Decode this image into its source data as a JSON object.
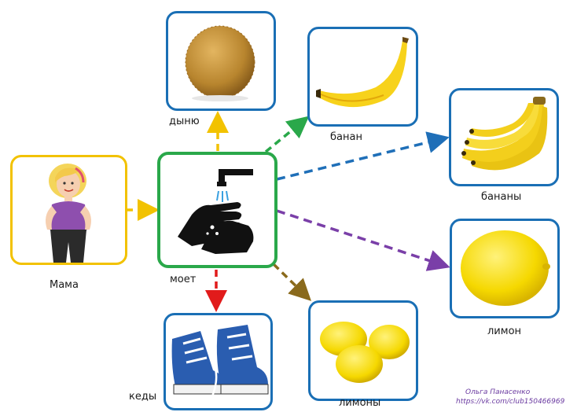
{
  "nodes": {
    "mama": "Мама",
    "moet": "моет",
    "dynyu": "дыню",
    "banan": "банан",
    "banany": "бананы",
    "limon": "лимон",
    "limony": "лимоны",
    "kedy": "кеды"
  },
  "credit": {
    "author": "Ольга Панасенко",
    "url": "https://vk.com/club150466969"
  },
  "colors": {
    "card_border_blue": "#1a6fb5",
    "card_border_yellow": "#f2c200",
    "card_border_green": "#2aa84a",
    "arrow_yellow": "#f2c200",
    "arrow_green": "#2aa84a",
    "arrow_blue": "#1f6fb8",
    "arrow_purple": "#7a3fa8",
    "arrow_brown": "#8a6a1c",
    "arrow_red": "#e11b1b"
  }
}
